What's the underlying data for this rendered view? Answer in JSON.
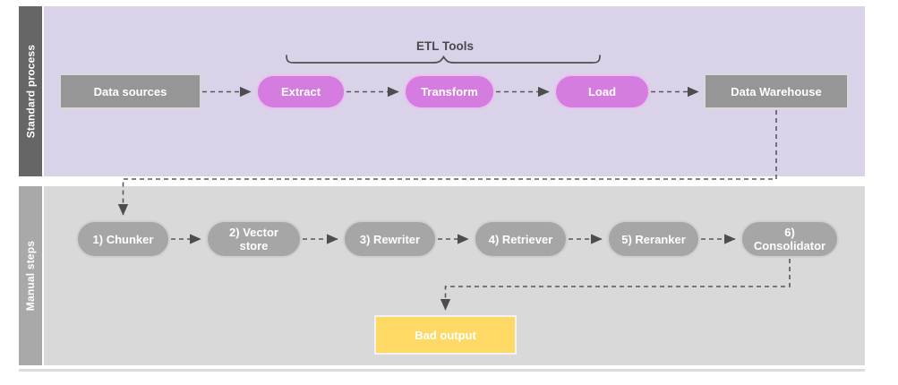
{
  "lanes": {
    "standard": {
      "label": "Standard process"
    },
    "manual": {
      "label": "Manual steps"
    }
  },
  "annotation": {
    "etl_tools": "ETL Tools"
  },
  "nodes": {
    "data_sources": "Data sources",
    "extract": "Extract",
    "transform": "Transform",
    "load": "Load",
    "data_warehouse": "Data Warehouse",
    "chunker": "1) Chunker",
    "vector_store": "2) Vector store",
    "rewriter": "3) Rewriter",
    "retriever": "4) Retriever",
    "reranker": "5) Reranker",
    "consolidator": "6) Consolidator",
    "bad_output": "Bad output"
  },
  "colors": {
    "standard_lane_bg": "#d9d2e9",
    "standard_strip": "#666666",
    "manual_lane_bg": "#d9d9d9",
    "manual_strip": "#a9a9a9",
    "etl_pill": "#d47ce0",
    "gray_box": "#969696",
    "manual_pill": "#a6a6a6",
    "bad_output_box": "#ffd966",
    "connector": "#595959"
  }
}
